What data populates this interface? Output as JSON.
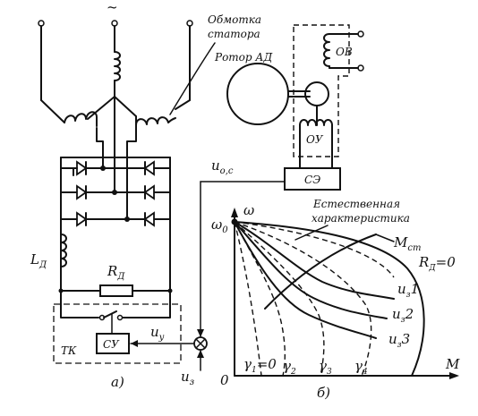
{
  "labels": {
    "tilde": "~",
    "stator_winding_1": "Обмотка",
    "stator_winding_2": "статора",
    "rotor": "Ротор АД",
    "ov": "ОВ",
    "ou": "ОУ",
    "se": "СЭ",
    "u_os": "u",
    "u_os_sub": "о,с",
    "l_d": "L",
    "l_d_sub": "Д",
    "r_d": "R",
    "r_d_sub": "Д",
    "tk": "ТК",
    "su": "СУ",
    "u_u": "u",
    "u_u_sub": "у",
    "u_z": "u",
    "u_z_sub": "з",
    "caption_a": "а)",
    "caption_b": "б)"
  },
  "graph": {
    "omega_axis": "ω",
    "omega_0": "ω",
    "omega_0_sub": "0",
    "m_axis": "M",
    "origin": "0",
    "natural_1": "Естественная",
    "natural_2": "характеристика",
    "m_st": "M",
    "m_st_sub": "ст",
    "rd_zero": "R",
    "rd_zero_sub": "Д",
    "rd_zero_val": "=0",
    "uz1": "u",
    "uz1_sub": "з",
    "uz1_idx": "1",
    "uz2": "u",
    "uz2_sub": "з",
    "uz2_idx": "2",
    "uz3": "u",
    "uz3_sub": "з",
    "uz3_idx": "3",
    "g1": "γ",
    "g1_sub": "1",
    "g1_val": "=0",
    "g2": "γ",
    "g2_sub": "2",
    "g3": "γ",
    "g3_sub": "3",
    "g4": "γ",
    "g4_sub": "4"
  }
}
